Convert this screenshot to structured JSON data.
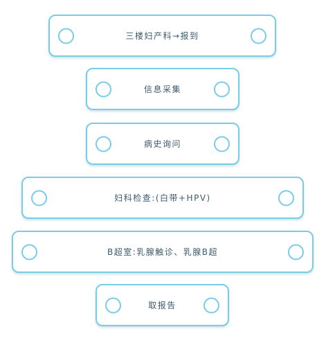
{
  "steps": [
    {
      "label": "三楼妇产科→报到"
    },
    {
      "label": "信息采集"
    },
    {
      "label": "病史询问"
    },
    {
      "label": "妇科检查:(白带+HPV)"
    },
    {
      "label": "B超室:乳腺触诊、乳腺B超"
    },
    {
      "label": "取报告"
    }
  ],
  "colors": {
    "border": "#79cbe7",
    "text": "#3c5a6e",
    "background": "#ffffff"
  }
}
